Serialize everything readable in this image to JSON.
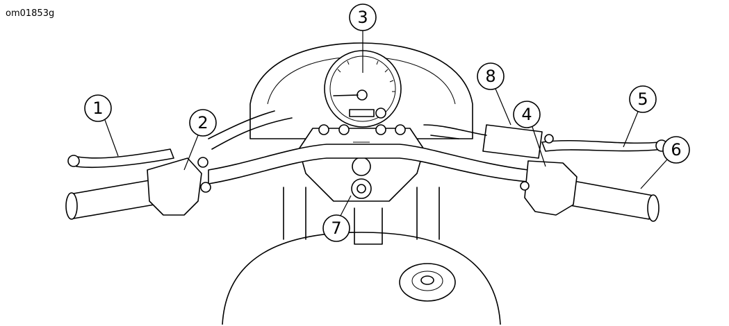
{
  "figure_id": "om01853g",
  "callouts": [
    {
      "label": "1"
    },
    {
      "label": "2"
    },
    {
      "label": "3"
    },
    {
      "label": "4"
    },
    {
      "label": "5"
    },
    {
      "label": "6"
    },
    {
      "label": "7"
    },
    {
      "label": "8"
    }
  ]
}
